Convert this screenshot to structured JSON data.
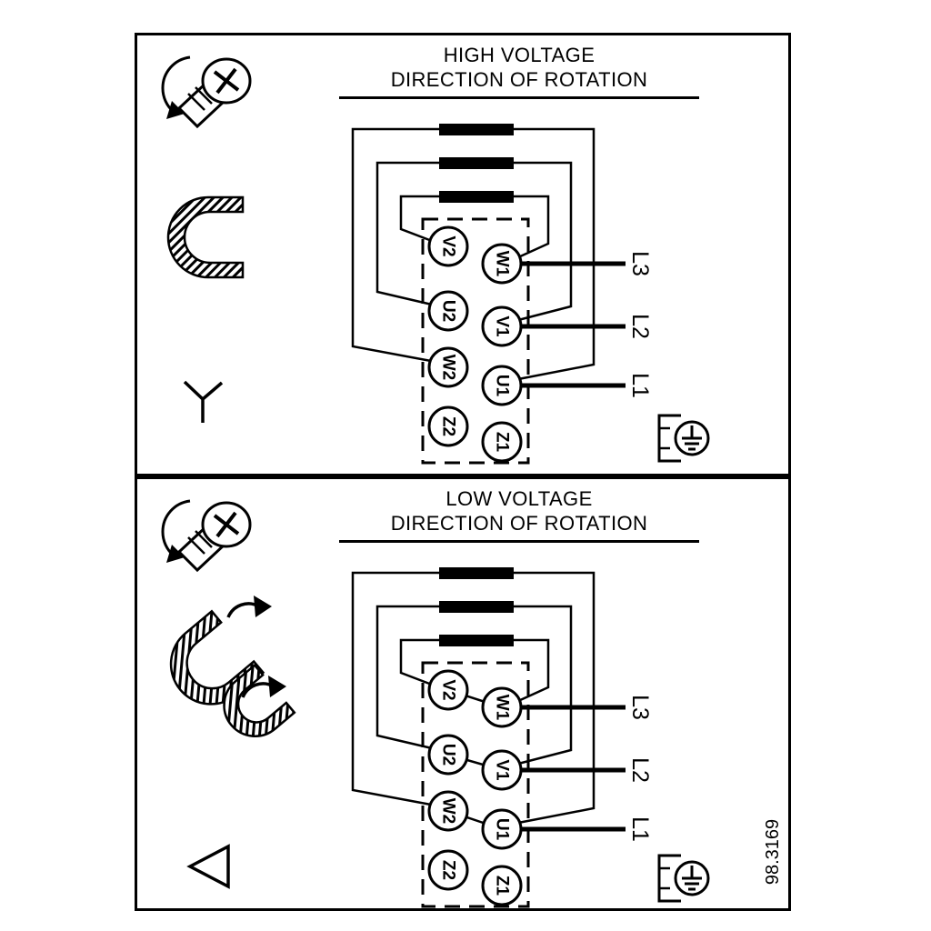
{
  "colors": {
    "ink": "#000000",
    "paper": "#ffffff"
  },
  "figure_number": "98.3169",
  "panels": [
    {
      "id": "high-voltage",
      "title_line1": "HIGH VOLTAGE",
      "title_line2": "DIRECTION OF ROTATION",
      "connection_symbol": "star",
      "terminals": {
        "v2": "V2",
        "w1": "W1",
        "u2": "U2",
        "v1": "V1",
        "w2": "W2",
        "u1": "U1",
        "z2": "Z2",
        "z1": "Z1"
      },
      "supply_lines": {
        "l3": "L3",
        "l2": "L2",
        "l1": "L1"
      }
    },
    {
      "id": "low-voltage",
      "title_line1": "LOW VOLTAGE",
      "title_line2": "DIRECTION OF ROTATION",
      "connection_symbol": "delta",
      "terminals": {
        "v2": "V2",
        "w1": "W1",
        "u2": "U2",
        "v1": "V1",
        "w2": "W2",
        "u1": "U1",
        "z2": "Z2",
        "z1": "Z1"
      },
      "supply_lines": {
        "l3": "L3",
        "l2": "L2",
        "l1": "L1"
      }
    }
  ],
  "icons": {
    "screw": "screw-with-rotation-arrow",
    "link_high": "single-jumper-link",
    "links_low": "repositioned-jumper-links",
    "star": "star-connection-symbol",
    "delta": "delta-connection-symbol",
    "ground": "earth-terminal"
  }
}
